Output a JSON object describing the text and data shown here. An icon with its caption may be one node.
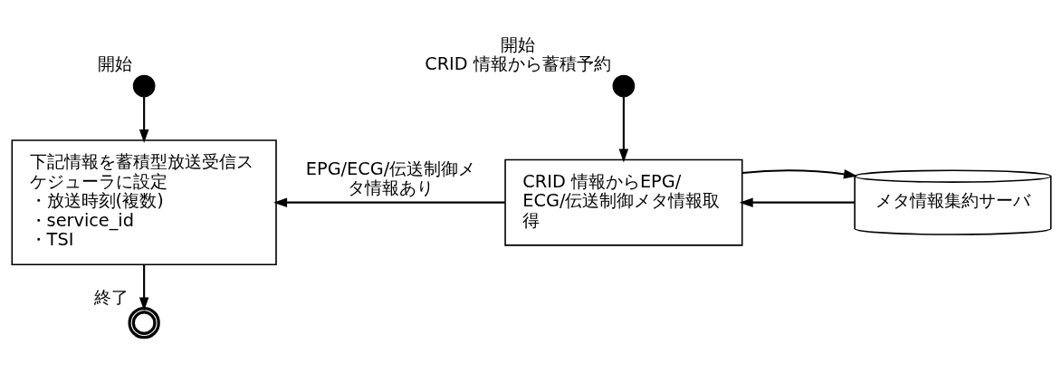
{
  "diagram": {
    "nodes": [
      {
        "text": [],
        "shape": "circle",
        "beside": [
          "開始"
        ]
      },
      {
        "text": [
          "下記情報を蓄積型放送受信スケジューラに設定",
          "・放送時刻(複数)",
          "・service_id",
          "・TSI"
        ]
      },
      {
        "text": [],
        "shape": "circle",
        "beside": [
          "終了"
        ]
      },
      {
        "text": [],
        "shape": "circle",
        "beside": [
          "開始",
          "CRID 情報から蓄積予約"
        ]
      },
      {
        "text": [
          "CRID 情報からEPG/ECG/伝送制御メタ情報取得"
        ]
      },
      {
        "text": [
          "メタ情報集約サーバ"
        ]
      }
    ],
    "edges": [
      {
        "from": 0,
        "to": 1,
        "arrow": "to"
      },
      {
        "from": 4,
        "to": 1,
        "arrow": "to",
        "label": "EPG/ECG/伝送制御メタ情報あり"
      },
      {
        "from": 1,
        "to": 2,
        "arrow": "to"
      },
      {
        "from": 3,
        "to": 4,
        "arrow": "to"
      },
      {
        "from": 5,
        "to": 4,
        "arrow": "to"
      },
      {
        "from": 4,
        "to": 5,
        "arrow": "to"
      }
    ]
  }
}
